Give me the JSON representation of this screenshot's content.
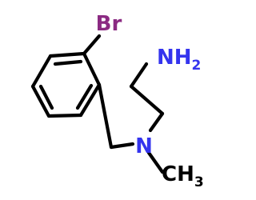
{
  "molecule": {
    "atoms": {
      "br": {
        "label": "Br"
      },
      "nh2": {
        "label": "NH",
        "subscript": "2"
      },
      "n": {
        "label": "N"
      },
      "ch3": {
        "label": "CH",
        "subscript": "3"
      }
    },
    "colors": {
      "bromine": "#8b2a82",
      "nitrogen": "#3434ee",
      "carbon": "#000000",
      "bond": "#000000",
      "background": "#ffffff"
    }
  }
}
